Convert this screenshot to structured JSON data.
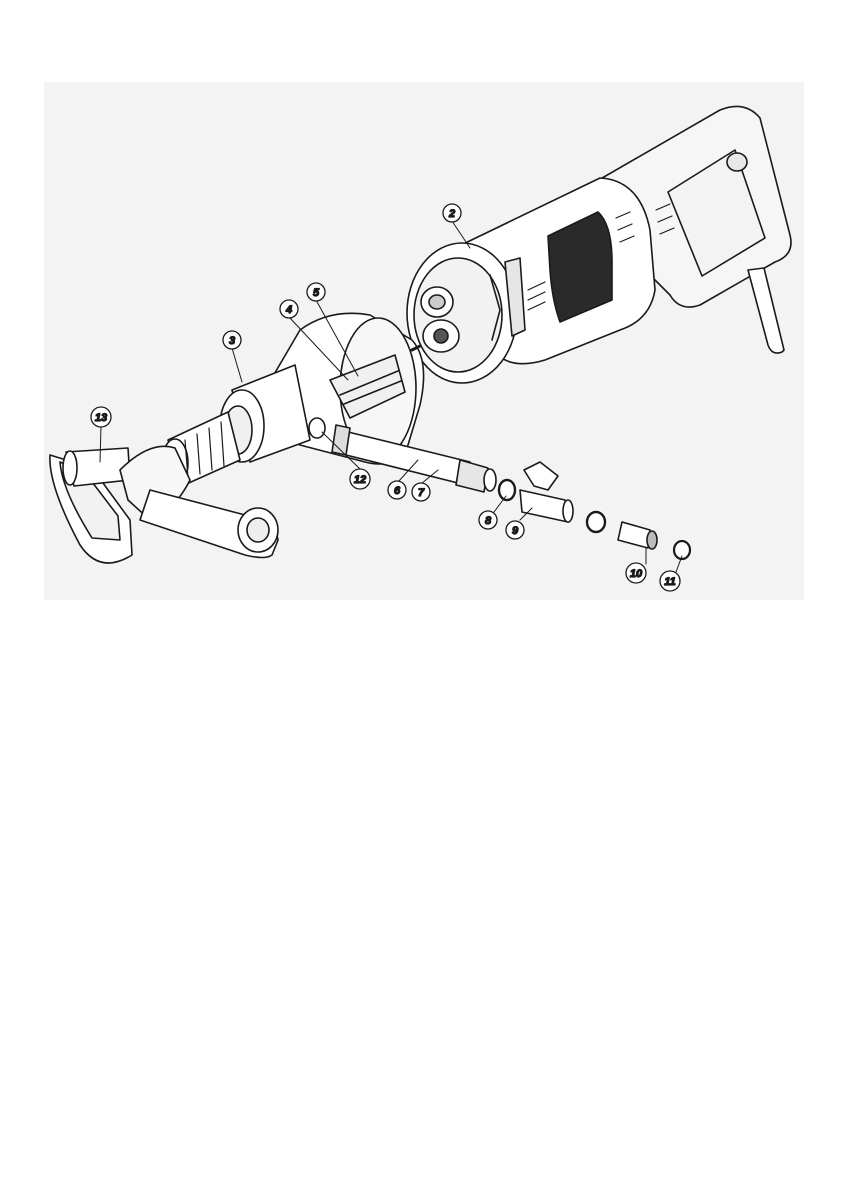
{
  "figure": {
    "subject": "exploded-view diamond core drill assembly",
    "callouts": [
      {
        "id": "c2",
        "label": "2"
      },
      {
        "id": "c3",
        "label": "3"
      },
      {
        "id": "c4",
        "label": "4"
      },
      {
        "id": "c5",
        "label": "5"
      },
      {
        "id": "c6",
        "label": "6"
      },
      {
        "id": "c7",
        "label": "7"
      },
      {
        "id": "c8",
        "label": "8"
      },
      {
        "id": "c9",
        "label": "9"
      },
      {
        "id": "c10",
        "label": "10"
      },
      {
        "id": "c11",
        "label": "11"
      },
      {
        "id": "c12",
        "label": "12"
      },
      {
        "id": "c13",
        "label": "13"
      }
    ],
    "colors": {
      "panel": "#f3f3f3",
      "line": "#1a1a1a",
      "shade": "#d9d9d9"
    }
  }
}
